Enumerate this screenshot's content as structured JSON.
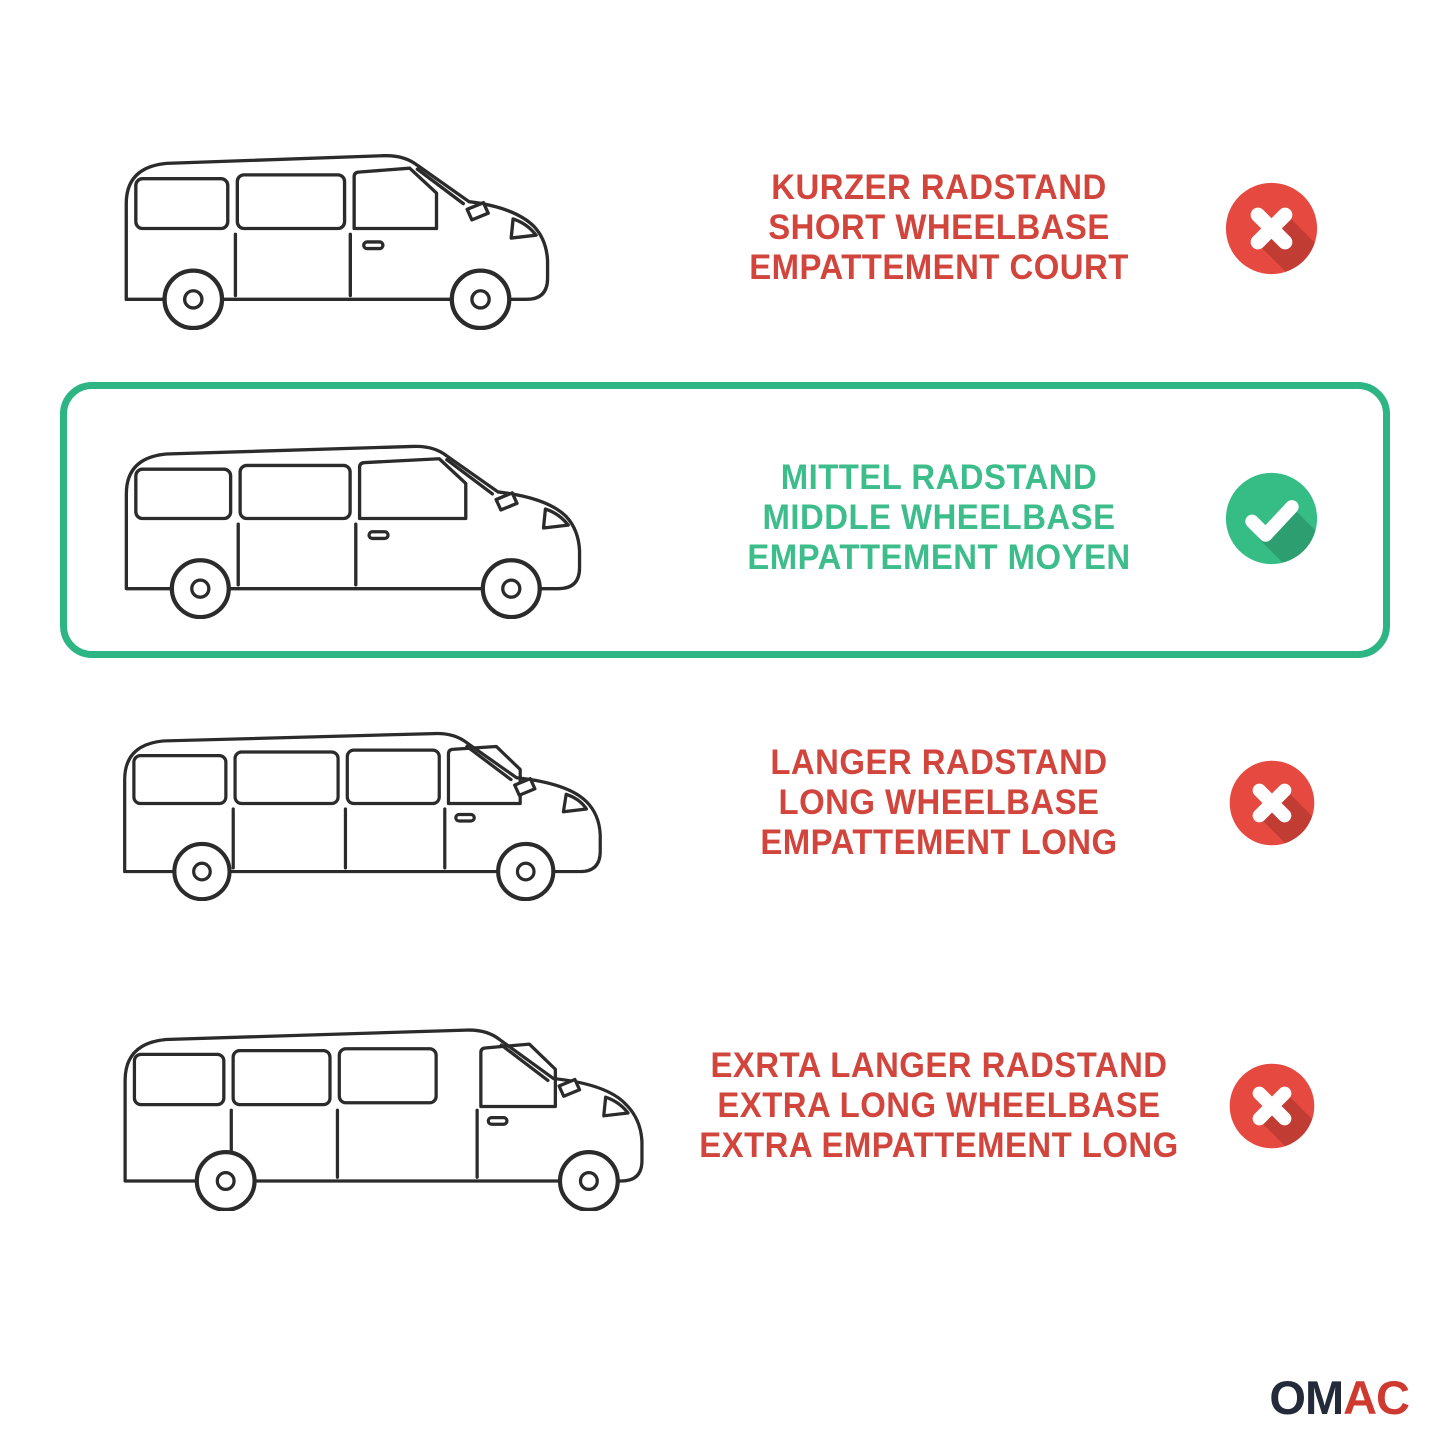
{
  "rows": [
    {
      "label_lines": [
        "KURZER RADSTAND",
        "SHORT WHEELBASE",
        "EMPATTEMENT COURT"
      ],
      "icon": "cross-icon",
      "highlighted": false,
      "text_color": "#d2453d"
    },
    {
      "label_lines": [
        "MITTEL RADSTAND",
        "MIDDLE WHEELBASE",
        "EMPATTEMENT MOYEN"
      ],
      "icon": "check-icon",
      "highlighted": true,
      "text_color": "#3cbd8b"
    },
    {
      "label_lines": [
        "LANGER RADSTAND",
        "LONG WHEELBASE",
        "EMPATTEMENT LONG"
      ],
      "icon": "cross-icon",
      "highlighted": false,
      "text_color": "#d2453d"
    },
    {
      "label_lines": [
        "EXRTA LANGER RADSTAND",
        "EXTRA LONG WHEELBASE",
        "EXTRA EMPATTEMENT LONG"
      ],
      "icon": "cross-icon",
      "highlighted": false,
      "text_color": "#d2453d"
    }
  ],
  "brand": {
    "logo_text_dark": "OM",
    "logo_text_red": "AC"
  },
  "colors": {
    "text_red": "#d2453d",
    "text_green": "#3cbd8b",
    "badge_red": "#e6493f",
    "badge_green": "#36bd85",
    "highlight_border": "#2db584",
    "line_art": "#2b2b2b",
    "background": "#ffffff"
  }
}
